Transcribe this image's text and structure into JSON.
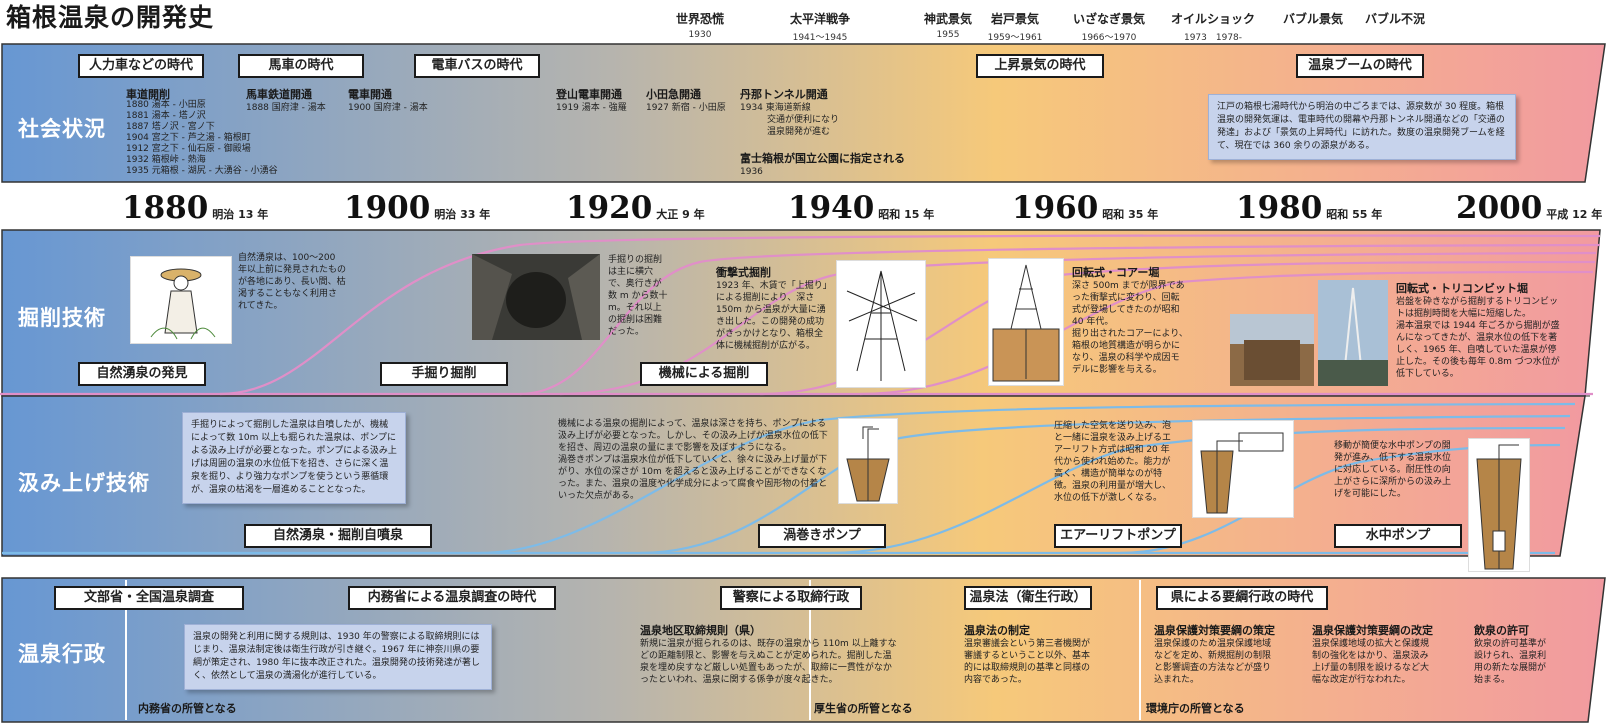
{
  "title": "箱根温泉の開発史",
  "events": [
    {
      "name": "世界恐慌",
      "year": "1930"
    },
    {
      "name": "太平洋戦争",
      "year": "1941〜1945"
    },
    {
      "name": "神武景気",
      "year": "1955"
    },
    {
      "name": "岩戸景気",
      "year": "1959〜1961"
    },
    {
      "name": "いざなぎ景気",
      "year": "1966〜1970"
    },
    {
      "name": "オイルショック",
      "year": "1973　1978-"
    },
    {
      "name": "バブル景気",
      "year": ""
    },
    {
      "name": "バブル不況",
      "year": ""
    }
  ],
  "colors": {
    "band_start": "#6a99d3",
    "band_mid1": "#b8b7b0",
    "band_mid2": "#f6c97a",
    "band_end": "#f19a9f",
    "pink_line": "#e08fc8",
    "blue_line": "#7dbbe8"
  },
  "social": {
    "label": "社会状況",
    "eras": [
      "人力車などの時代",
      "馬車の時代",
      "電車バスの時代",
      "上昇景気の時代",
      "温泉ブームの時代"
    ],
    "road_title": "車道開削",
    "road_items": "1880 湯本 - 小田原\n1881 湯本 - 塔ノ沢\n1887 塔ノ沢 - 宮ノ下\n1904 宮之下 - 芦之湯 - 箱根町\n1912 宮之下 - 仙石原 - 御殿場\n1932 箱根峠 - 熱海\n1935 元箱根 - 湖尻 - 大湧谷 - 小湧谷",
    "horse_title": "馬車鉄道開通",
    "horse_item": "1888 国府津 - 湯本",
    "train_title": "電車開通",
    "train_item": "1900 国府津 - 湯本",
    "mountain_title": "登山電車開通",
    "mountain_item": "1919 湯本 - 強羅",
    "odakyu_title": "小田急開通",
    "odakyu_item": "1927 新宿 - 小田原",
    "tanna_title": "丹那トンネル開通",
    "tanna_item": "1934 東海道新線\n　　　交通が便利になり\n　　　温泉開発が進む",
    "park_title": "富士箱根が国立公園に指定される",
    "park_year": "1936",
    "note": "江戸の箱根七湯時代から明治の中ごろまでは、源泉数が 30 程度。箱根温泉の開発気運は、電車時代の開幕や丹那トンネル開通などの「交通の発達」および「景気の上昇時代」に訪れた。数度の温泉開発ブームを経て、現在では 360 余りの源泉がある。"
  },
  "years": [
    {
      "year": "1880",
      "era": "明治 13 年"
    },
    {
      "year": "1900",
      "era": "明治 33 年"
    },
    {
      "year": "1920",
      "era": "大正 9 年"
    },
    {
      "year": "1940",
      "era": "昭和 15 年"
    },
    {
      "year": "1960",
      "era": "昭和 35 年"
    },
    {
      "year": "1980",
      "era": "昭和 55 年"
    },
    {
      "year": "2000",
      "era": "平成 12 年"
    }
  ],
  "drilling": {
    "label": "掘削技術",
    "stages": [
      "自然湧泉の発見",
      "手掘り掘削",
      "機械による掘削"
    ],
    "natural_text": "自然湧泉は、100〜200 年以上前に発見されたものが各地にあり、長い間、枯渇することもなく利用されてきた。",
    "hand_text": "手掘りの掘削は主に横穴で、奥行きが数 m から数十 m。それ以上の掘削は困難だった。",
    "percussion_title": "衝撃式掘削",
    "percussion_text": "1923 年、木賃で「上掘り」による掘削により、深さ 150m から温泉が大量に湧き出した。この開発の成功がきっかけとなり、箱根全体に機械掘削が広がる。",
    "rotary_title": "回転式・コアー堀",
    "rotary_text": "深さ 500m までが限界であった衝撃式に変わり、回転式が登場してきたのが昭和 40 年代。\n掘り出されたコアーにより、箱根の地質構造が明らかになり、温泉の科学や成因モデルに影響を与える。",
    "tricone_title": "回転式・トリコンビット堀",
    "tricone_text": "岩盤を砕きながら掘削するトリコンビットは掘削時間を大幅に短縮した。\n湯本温泉では 1944 年ごろから掘削が盛んになってきたが、温泉水位の低下を著しく、1965 年、自噴していた温泉が停止した。その後も毎年 0.8m づつ水位が低下している。"
  },
  "pumping": {
    "label": "汲み上げ技術",
    "stages": [
      "自然湧泉・掘削自噴泉",
      "渦巻きポンプ",
      "エアーリフトポンプ",
      "水中ポンプ"
    ],
    "note": "手掘りによって掘削した温泉は自噴したが、機械によって数 10m 以上も掘られた温泉は、ポンプによる汲み上げが必要となった。ポンプによる汲み上げは周囲の温泉の水位低下を招き、さらに深く温泉を掘り、より強力なポンプを使うという悪循環が、温泉の枯渇を一層進めることとなった。",
    "vortex_text": "機械による温泉の掘削によって、温泉は深さを持ち、ポンプによる汲み上げが必要となった。しかし、その汲み上げが温泉水位の低下を招き、周辺の温泉の量にまで影響を及ぼすようになる。\n渦巻きポンプは温泉水位が低下していくと、徐々に汲み上げ量が下がり、水位の深さが 10m を超えると汲み上げることができなくなった。また、温泉の温度や化学成分によって腐食や固形物の付着といった欠点がある。",
    "airlift_text": "圧縮した空気を送り込み、泡と一緒に温泉を汲み上げるエアーリフト方式は昭和 20 年代から使われ始めた。能力が高く、構造が簡単なのが特徴。温泉の利用量が増大し、水位の低下が激しくなる。",
    "submersible_text": "移動が簡便な水中ポンプの開発が進み、低下する温泉水位に対応している。耐圧性の向上がさらに深所からの汲み上げを可能にした。"
  },
  "admin": {
    "label": "温泉行政",
    "eras": [
      "文部省・全国温泉調査",
      "内務省による温泉調査の時代",
      "警察による取締行政",
      "温泉法（衛生行政）",
      "県による要綱行政の時代"
    ],
    "note": "温泉の開発と利用に関する規則は、1930 年の警察による取締規則にはじまり、温泉法制定後は衛生行政が引き継ぐ。1967 年に神奈川県の要綱が策定され、1980 年に抜本改正された。温泉開発の技術発達が著しく、依然として温泉の満湯化が進行している。",
    "police_title": "温泉地区取締規則（県）",
    "police_text": "新規に温泉が掘られるのは、既存の温泉から 110m 以上離すなどの距離制限と、影響を与えぬことが定められた。掘削した温泉を埋め戻すなど厳しい処置もあったが、取締に一貫性がなかったといわれ、温泉に関する係争が度々起きた。",
    "law_title": "温泉法の制定",
    "law_text": "温泉審議会という第三者機関が審議するということ以外、基本的には取締規則の基準と同様の内容であった。",
    "guide_title": "温泉保護対策要綱の策定",
    "guide_text": "温泉保護のため温泉保護地域などを定め、新規掘削の制限と影響調査の方法などが盛り込まれた。",
    "revise_title": "温泉保護対策要綱の改定",
    "revise_text": "温泉保護地域の拡大と保護規制の強化をはかり、温泉汲み上げ量の制限を設けるなど大幅な改定が行なわれた。",
    "drink_title": "飲泉の許可",
    "drink_text": "飲泉の許可基準が設けられ、温泉利用の新たな展開が始まる。",
    "ministry1": "内務省の所管となる",
    "ministry2": "厚生省の所管となる",
    "ministry3": "環境庁の所管となる"
  }
}
